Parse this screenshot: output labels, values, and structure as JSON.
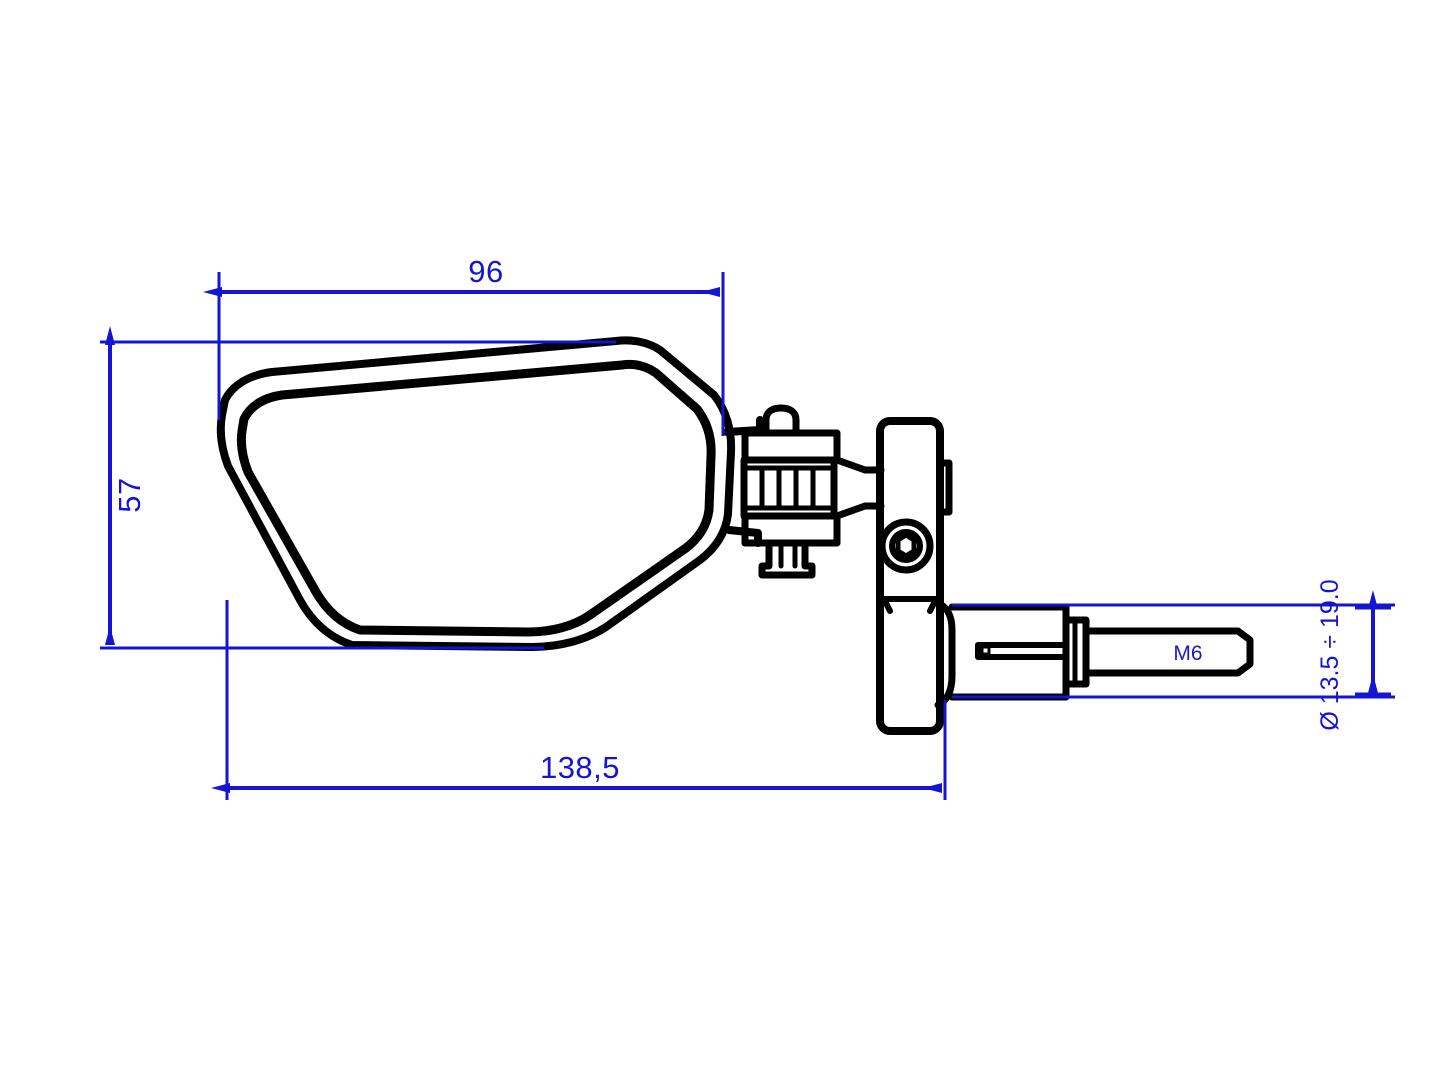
{
  "drawing": {
    "type": "technical-dimension-drawing",
    "subject": "motorcycle bar-end rear view mirror",
    "background_color": "#ffffff",
    "outline_color": "#000000",
    "dimension_color": "#1414d2"
  },
  "dimensions": {
    "width_top": {
      "label": "96",
      "name": "mirror-head-width",
      "orientation": "horizontal",
      "position": "top"
    },
    "height_left": {
      "label": "57",
      "name": "mirror-head-height",
      "orientation": "vertical-rotated",
      "position": "left"
    },
    "length_bottom": {
      "label": "138,5",
      "name": "overall-length",
      "orientation": "horizontal",
      "position": "bottom"
    },
    "bore_right": {
      "label": "Ø 13.5 ÷ 19.0",
      "name": "handlebar-inner-diameter-range",
      "orientation": "vertical-rotated",
      "position": "right"
    }
  },
  "part_labels": {
    "thread": "M6"
  },
  "components": [
    {
      "name": "mirror-housing",
      "label": "mirror housing"
    },
    {
      "name": "mirror-glass",
      "label": "mirror glass"
    },
    {
      "name": "hinge-serrated-block",
      "label": "serrated adjustment hinge"
    },
    {
      "name": "hinge-top-bolt",
      "label": "hinge top bolt cap"
    },
    {
      "name": "hinge-bottom-nut",
      "label": "hinge bottom nut"
    },
    {
      "name": "hinge-arm",
      "label": "tapered hinge arm"
    },
    {
      "name": "clamp-block",
      "label": "vertical clamp block"
    },
    {
      "name": "hex-socket-bolt",
      "label": "hex socket bolt"
    },
    {
      "name": "bar-end-expander",
      "label": "bar end expander body"
    },
    {
      "name": "expander-flange",
      "label": "expander flange nut"
    },
    {
      "name": "threaded-shaft",
      "label": "M6 threaded shaft"
    }
  ]
}
